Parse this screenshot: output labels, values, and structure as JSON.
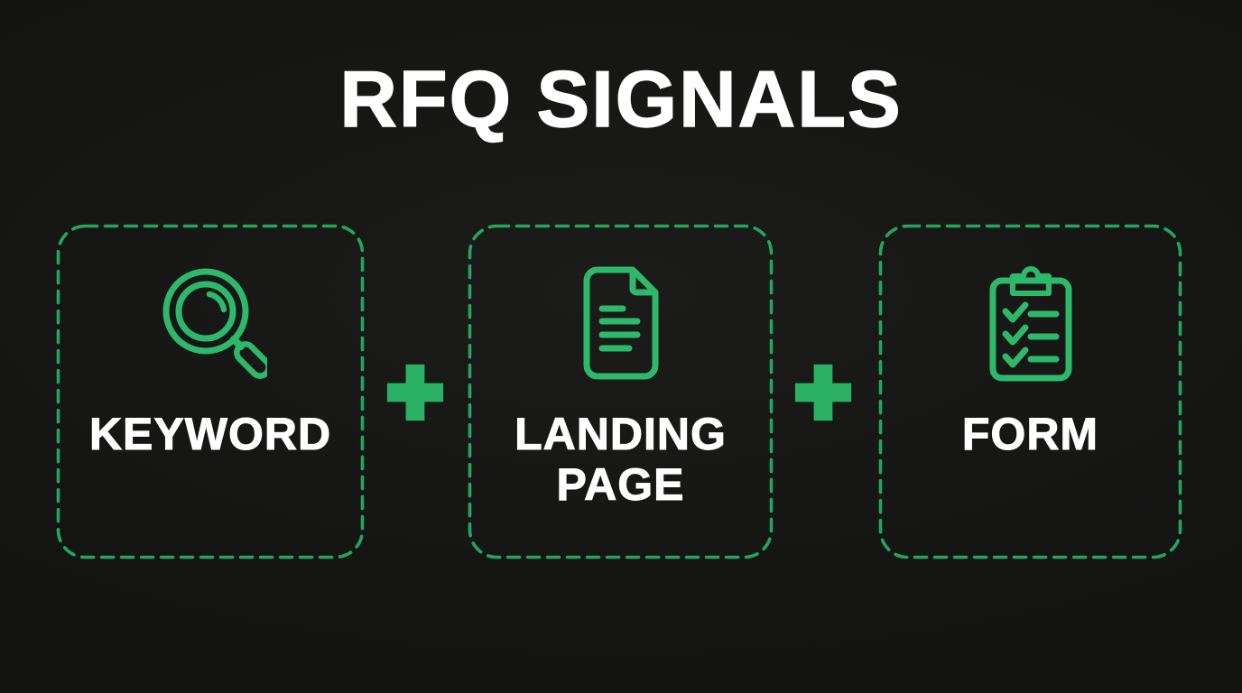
{
  "title": "RFQ SIGNALS",
  "colors": {
    "background": "#131312",
    "border_green": "#23a65c",
    "icon_green": "#2db96a",
    "plus_green": "#2bb163",
    "text": "#ffffff"
  },
  "boxes": [
    {
      "label": "KEYWORD",
      "icon": "magnifier-icon"
    },
    {
      "label": "LANDING PAGE",
      "icon": "document-icon"
    },
    {
      "label": "FORM",
      "icon": "clipboard-checklist-icon"
    }
  ],
  "separators": {
    "icon": "plus-icon",
    "count": 2
  }
}
